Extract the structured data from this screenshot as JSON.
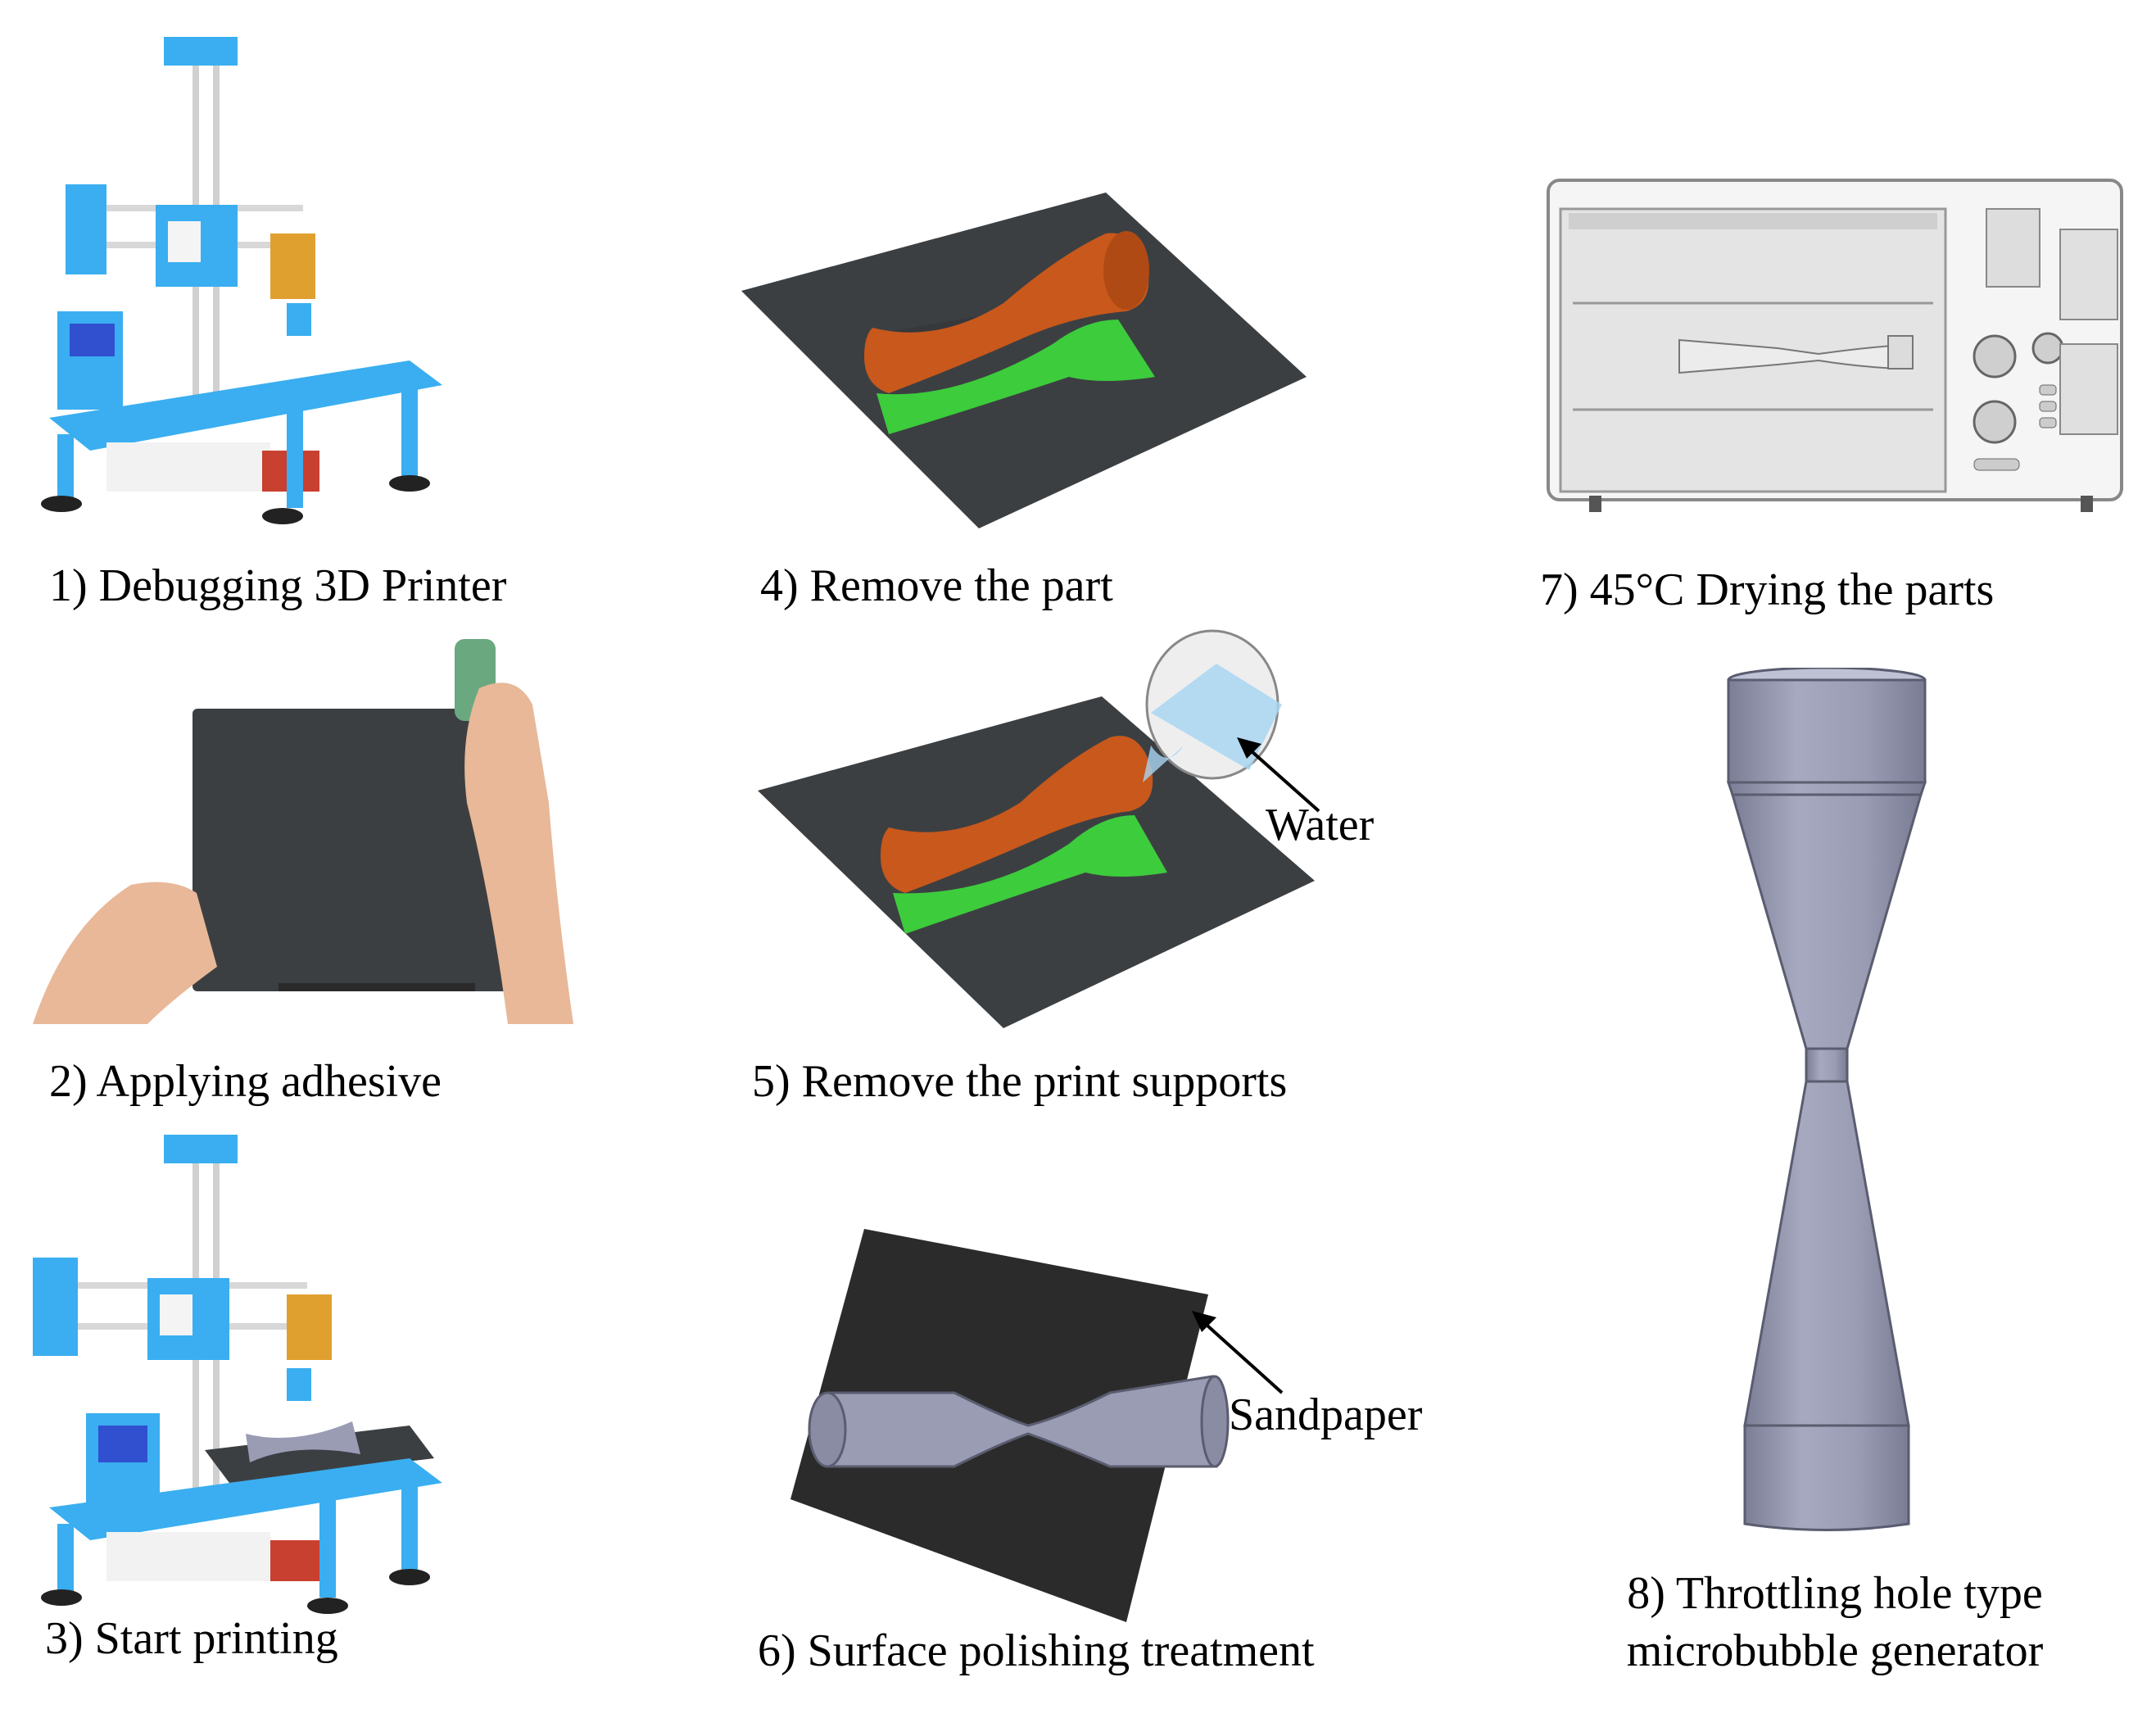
{
  "steps": [
    {
      "caption": "1) Debugging 3D Printer"
    },
    {
      "caption": "2) Applying adhesive"
    },
    {
      "caption": "3) Start printing"
    },
    {
      "caption": "4) Remove the part"
    },
    {
      "caption": "5) Remove the print supports"
    },
    {
      "caption": "6) Surface polishing treatment"
    },
    {
      "caption": "7)  45°C Drying the parts"
    },
    {
      "caption_line1": "8)  Throttling hole type",
      "caption_line2": "microbubble generator"
    }
  ],
  "annotations": {
    "water": "Water",
    "sandpaper": "Sandpaper"
  },
  "colors": {
    "printer_frame": "#3aaef0",
    "print_bed": "#3c3f42",
    "part_orange": "#c8581c",
    "support_green": "#3ccc3c",
    "nozzle_gray": "#9a9cb4",
    "sandpaper": "#2b2b2b"
  }
}
